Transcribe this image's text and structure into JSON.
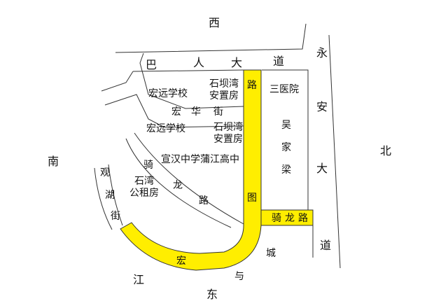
{
  "directions": {
    "west": "西",
    "north": "北",
    "south": "南",
    "east_label": [
      "江",
      "东"
    ]
  },
  "roads": {
    "bayan": [
      "巴",
      "人",
      "大",
      "道"
    ],
    "yongan": [
      "永",
      "安",
      "大",
      "道"
    ],
    "honghua": [
      "宏",
      "华",
      "街"
    ],
    "qilong_diag": [
      "骑",
      "龙",
      "路"
    ],
    "qilong_h": [
      "骑",
      "龙",
      "路"
    ],
    "lutu": [
      "路",
      "图"
    ],
    "guanhu": [
      "观",
      "湖",
      "街"
    ],
    "hongyu": [
      "宏",
      "与",
      "城"
    ],
    "jiangdong": [
      "江",
      "东"
    ]
  },
  "places": {
    "hongyuan1": "宏远学校",
    "shibawan1": [
      "石坝湾",
      "安置房"
    ],
    "hongyuan2": "宏远学校",
    "shibawan2": [
      "石坝湾",
      "安置房"
    ],
    "xuanhan": "宣汉中学蒲江高中",
    "shiwan": [
      "石湾",
      "公租房"
    ],
    "sanyiyuan": "三医院",
    "wujialiang": [
      "吴",
      "家",
      "梁"
    ]
  },
  "colors": {
    "highlight": "#ffee00",
    "line": "#333333"
  }
}
